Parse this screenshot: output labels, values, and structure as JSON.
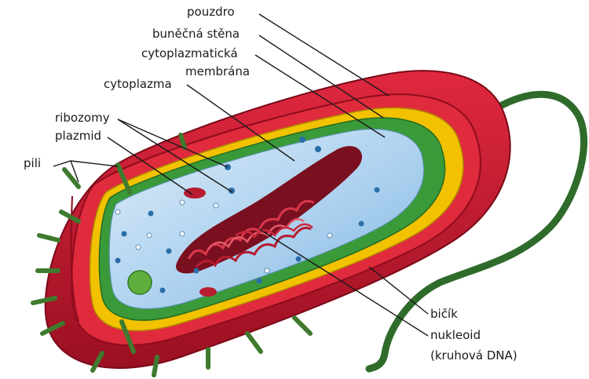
{
  "labels": {
    "capsule": "pouzdro",
    "cell_wall": "buněčná stěna",
    "membrane_line1": "cytoplazmatická",
    "membrane_line2": "membrána",
    "cytoplasm": "cytoplazma",
    "ribosomes": "ribozomy",
    "plasmid": "plazmid",
    "pili": "pili",
    "flagellum": "bičík",
    "nucleoid_line1": "nukleoid",
    "nucleoid_line2": "(kruhová DNA)"
  },
  "colors": {
    "capsule": "#c8102e",
    "capsule_dark": "#8e0c1e",
    "cell_wall": "#f2c200",
    "membrane": "#3a9a3a",
    "cytoplasm": "#a9cfee",
    "cytoplasm_light": "#dcecf8",
    "dna": "#a01525",
    "pili": "#3f7a2f",
    "flagellum": "#2f6b2a",
    "ribosome": "#2a6ea8"
  }
}
